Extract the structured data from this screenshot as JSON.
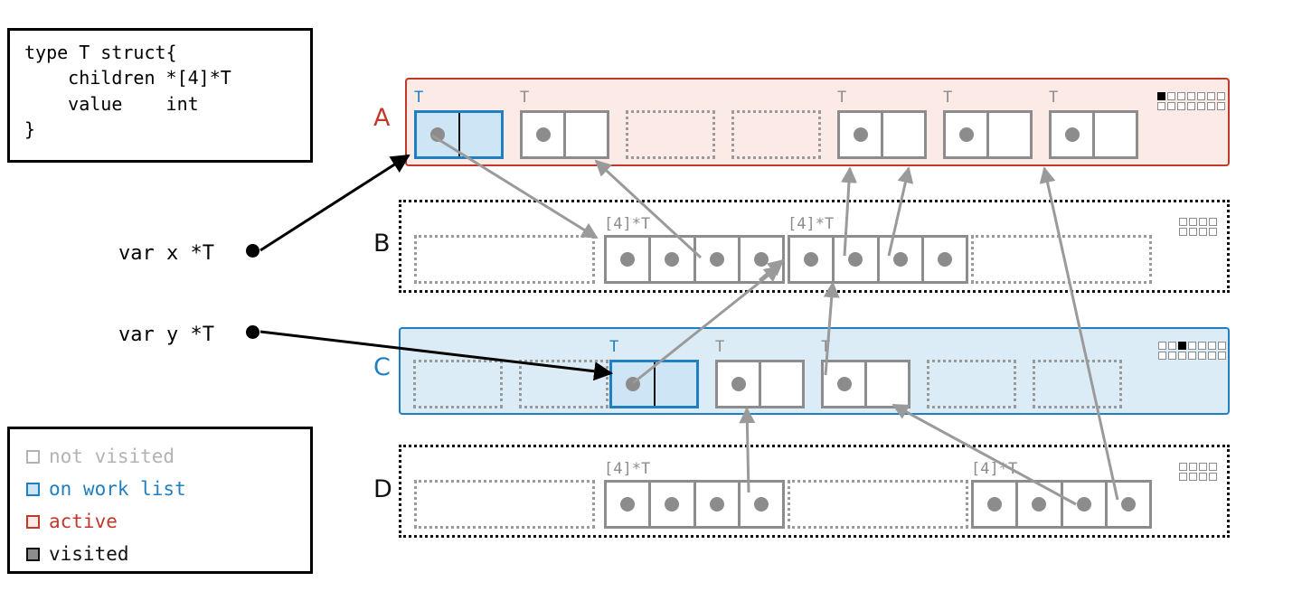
{
  "code_box": {
    "text": "type T struct{\n    children *[4]*T\n    value    int\n}"
  },
  "legend": {
    "items": [
      {
        "label": "not visited",
        "color": "#b3b3b3",
        "fill": "#ffffff"
      },
      {
        "label": "on work list",
        "color": "#1f7fc0",
        "fill": "#cde5f5"
      },
      {
        "label": "active",
        "color": "#c0392b",
        "fill": "#fbeae6"
      },
      {
        "label": "visited",
        "color": "#111111",
        "fill": "#8c8c8c"
      }
    ]
  },
  "variables": [
    {
      "name": "var x *T",
      "points_to": "A0"
    },
    {
      "name": "var y *T",
      "points_to": "C2"
    }
  ],
  "rows": [
    {
      "letter": "A",
      "letter_color": "#c0392b",
      "state": "active",
      "slots": [
        {
          "kind": "object",
          "type": "T",
          "state": "work",
          "cells": [
            "ptr",
            "value"
          ]
        },
        {
          "kind": "object",
          "type": "T",
          "state": "gray",
          "cells": [
            "ptr",
            "value"
          ]
        },
        {
          "kind": "empty"
        },
        {
          "kind": "empty"
        },
        {
          "kind": "object",
          "type": "T",
          "state": "gray",
          "cells": [
            "ptr",
            "value"
          ]
        },
        {
          "kind": "object",
          "type": "T",
          "state": "gray",
          "cells": [
            "ptr",
            "value"
          ]
        },
        {
          "kind": "object",
          "type": "T",
          "state": "gray",
          "cells": [
            "ptr",
            "value"
          ]
        }
      ],
      "bitmap": {
        "rows": 2,
        "cols": 7,
        "on": [
          0
        ]
      }
    },
    {
      "letter": "B",
      "letter_color": "#111111",
      "state": "plain",
      "slots": [
        {
          "kind": "empty"
        },
        {
          "kind": "array",
          "type": "[4]*T",
          "cells": 4
        },
        {
          "kind": "array",
          "type": "[4]*T",
          "cells": 4
        },
        {
          "kind": "empty"
        }
      ],
      "bitmap": {
        "rows": 2,
        "cols": 4,
        "on": []
      }
    },
    {
      "letter": "C",
      "letter_color": "#1f7fc0",
      "state": "work",
      "slots": [
        {
          "kind": "empty"
        },
        {
          "kind": "empty"
        },
        {
          "kind": "object",
          "type": "T",
          "state": "work",
          "cells": [
            "ptr",
            "value"
          ]
        },
        {
          "kind": "object",
          "type": "T",
          "state": "gray",
          "cells": [
            "ptr",
            "value"
          ]
        },
        {
          "kind": "object",
          "type": "T",
          "state": "gray",
          "cells": [
            "ptr",
            "value"
          ]
        },
        {
          "kind": "empty"
        },
        {
          "kind": "empty"
        }
      ],
      "bitmap": {
        "rows": 2,
        "cols": 7,
        "on": [
          2
        ]
      }
    },
    {
      "letter": "D",
      "letter_color": "#111111",
      "state": "plain",
      "slots": [
        {
          "kind": "empty"
        },
        {
          "kind": "array",
          "type": "[4]*T",
          "cells": 4
        },
        {
          "kind": "empty"
        },
        {
          "kind": "array",
          "type": "[4]*T",
          "cells": 4
        }
      ],
      "bitmap": {
        "rows": 2,
        "cols": 4,
        "on": []
      }
    }
  ],
  "colors": {
    "active": "#c0392b",
    "active_fill": "#fbeae6",
    "work": "#1f7fc0",
    "work_fill": "#dcecf7",
    "gray": "#8c8c8c",
    "black": "#111111"
  }
}
